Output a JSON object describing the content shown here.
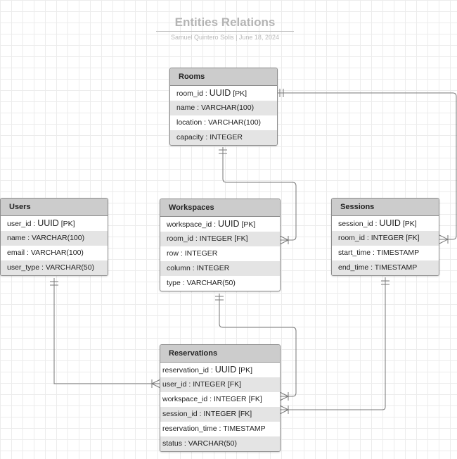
{
  "title": "Entities Relations",
  "subtitle": "Samuel Quintero Solis  |  June 18, 2024",
  "entities": {
    "rooms": {
      "name": "Rooms",
      "rows": [
        {
          "field": "room_id :",
          "type": "UUID",
          "key": "[PK]"
        },
        {
          "field": "name :",
          "type": "VARCHAR(100)",
          "key": ""
        },
        {
          "field": "location :",
          "type": "VARCHAR(100)",
          "key": ""
        },
        {
          "field": "capacity :",
          "type": "INTEGER",
          "key": ""
        }
      ]
    },
    "users": {
      "name": "Users",
      "rows": [
        {
          "field": "user_id :",
          "type": "UUID",
          "key": "[PK]"
        },
        {
          "field": "name :",
          "type": "VARCHAR(100)",
          "key": ""
        },
        {
          "field": "email :",
          "type": "VARCHAR(100)",
          "key": ""
        },
        {
          "field": "user_type :",
          "type": "VARCHAR(50)",
          "key": ""
        }
      ]
    },
    "workspaces": {
      "name": "Workspaces",
      "rows": [
        {
          "field": "workspace_id :",
          "type": "UUID",
          "key": "[PK]"
        },
        {
          "field": "room_id :",
          "type": "INTEGER",
          "key": "[FK]"
        },
        {
          "field": "row :",
          "type": "INTEGER",
          "key": ""
        },
        {
          "field": "column :",
          "type": "INTEGER",
          "key": ""
        },
        {
          "field": "type :",
          "type": "VARCHAR(50)",
          "key": ""
        }
      ]
    },
    "sessions": {
      "name": "Sessions",
      "rows": [
        {
          "field": "session_id :",
          "type": "UUID",
          "key": "[PK]"
        },
        {
          "field": "room_id :",
          "type": "INTEGER",
          "key": "[FK]"
        },
        {
          "field": "start_time :",
          "type": "TIMESTAMP",
          "key": ""
        },
        {
          "field": "end_time :",
          "type": "TIMESTAMP",
          "key": ""
        }
      ]
    },
    "reservations": {
      "name": "Reservations",
      "rows": [
        {
          "field": "reservation_id :",
          "type": "UUID",
          "key": "[PK]"
        },
        {
          "field": "user_id :",
          "type": "INTEGER",
          "key": "[FK]"
        },
        {
          "field": "workspace_id :",
          "type": "INTEGER",
          "key": "[FK]"
        },
        {
          "field": "session_id :",
          "type": "INTEGER",
          "key": "[FK]"
        },
        {
          "field": "reservation_time :",
          "type": "TIMESTAMP",
          "key": ""
        },
        {
          "field": "status :",
          "type": "VARCHAR(50)",
          "key": ""
        }
      ]
    }
  },
  "relations": [
    {
      "from": "rooms",
      "to": "workspaces",
      "from_card": "one",
      "to_card": "many"
    },
    {
      "from": "rooms",
      "to": "sessions",
      "from_card": "one",
      "to_card": "many"
    },
    {
      "from": "users",
      "to": "reservations",
      "from_card": "one",
      "to_card": "many"
    },
    {
      "from": "workspaces",
      "to": "reservations",
      "from_card": "one",
      "to_card": "many"
    },
    {
      "from": "sessions",
      "to": "reservations",
      "from_card": "one",
      "to_card": "many"
    }
  ],
  "colors": {
    "line": "#777777",
    "header": "#cccccc",
    "alt_row": "#e4e4e4"
  }
}
